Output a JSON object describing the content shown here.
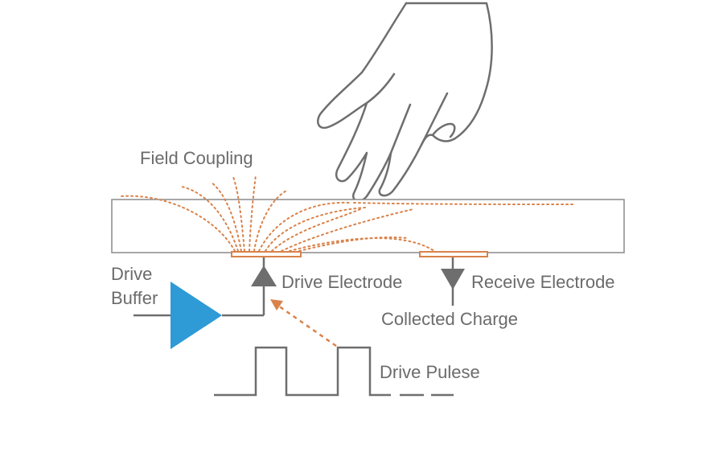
{
  "labels": {
    "field_coupling": "Field Coupling",
    "drive_line1": "Drive",
    "drive_line2": "Buffer",
    "drive_electrode": "Drive Electrode",
    "receive_electrode": "Receive Electrode",
    "collected_charge": "Collected Charge",
    "drive_pulse": "Drive Pulese"
  },
  "colors": {
    "line": "#6e6e6e",
    "field": "#d9824a",
    "buffer": "#2e9ad6",
    "panel_border": "#8a8a8a"
  }
}
